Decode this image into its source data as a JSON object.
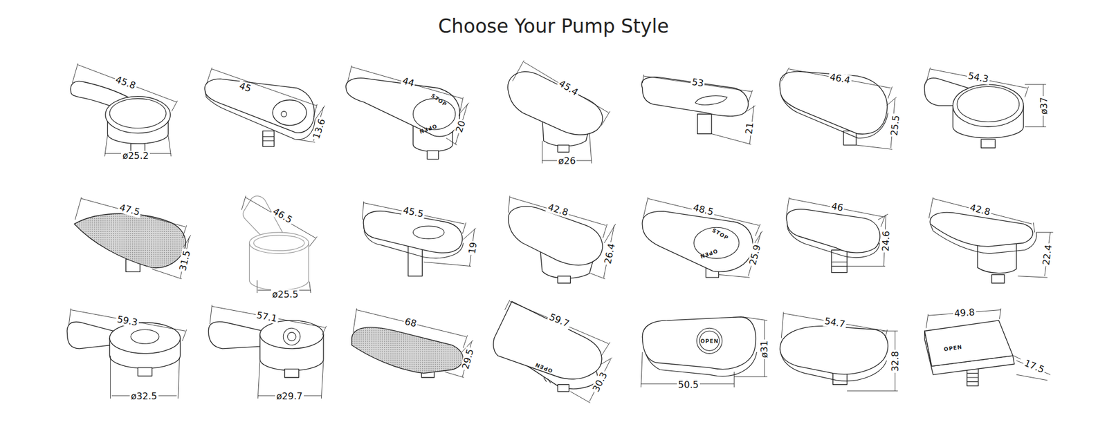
{
  "diagram": {
    "title": "Choose Your Pump Style",
    "labels": [
      "45.8",
      "ø25.2",
      "45",
      "13.6",
      "44",
      "20",
      "STOP",
      "OPEN",
      "45.4",
      "ø26",
      "53",
      "21",
      "46.4",
      "25.5",
      "54.3",
      "ø37",
      "47.5",
      "31.5",
      "46.5",
      "ø25.5",
      "45.5",
      "19",
      "42.8",
      "26.4",
      "48.5",
      "25.9",
      "STOP",
      "OPEN",
      "46",
      "24.6",
      "42.8",
      "22.4",
      "59.3",
      "ø32.5",
      "57.1",
      "ø29.7",
      "68",
      "29.5",
      "59.7",
      "30.3",
      "OPEN",
      "50.5",
      "ø31",
      "OPEN",
      "54.7",
      "32.8",
      "49.8",
      "17.5",
      "OPEN"
    ]
  }
}
